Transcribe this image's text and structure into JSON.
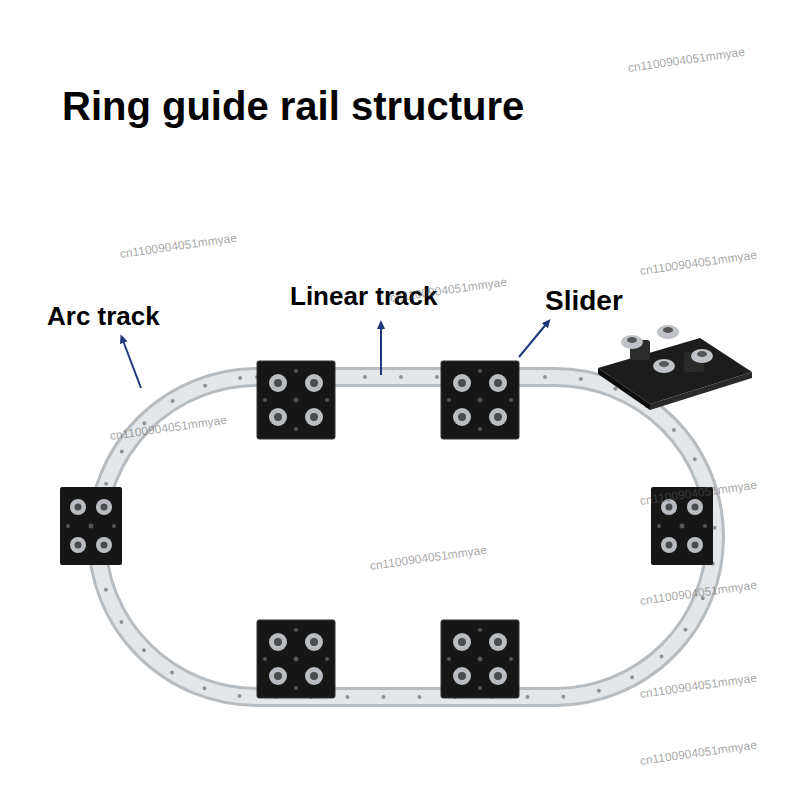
{
  "diagram": {
    "title": "Ring guide rail structure",
    "labels": [
      "Arc track",
      "Linear track",
      "Slider",
      "cn1100904051mmyae",
      "cn1100904051mmyae",
      "cn1100904051mmyae",
      "cn1100904051mmyae",
      "cn1100904051mmyae",
      "cn1100904051mmyae",
      "cn1100904051mmyae",
      "cn1100904051mmyae",
      "cn1100904051mmyae",
      "cn1100904051mmyae"
    ]
  }
}
